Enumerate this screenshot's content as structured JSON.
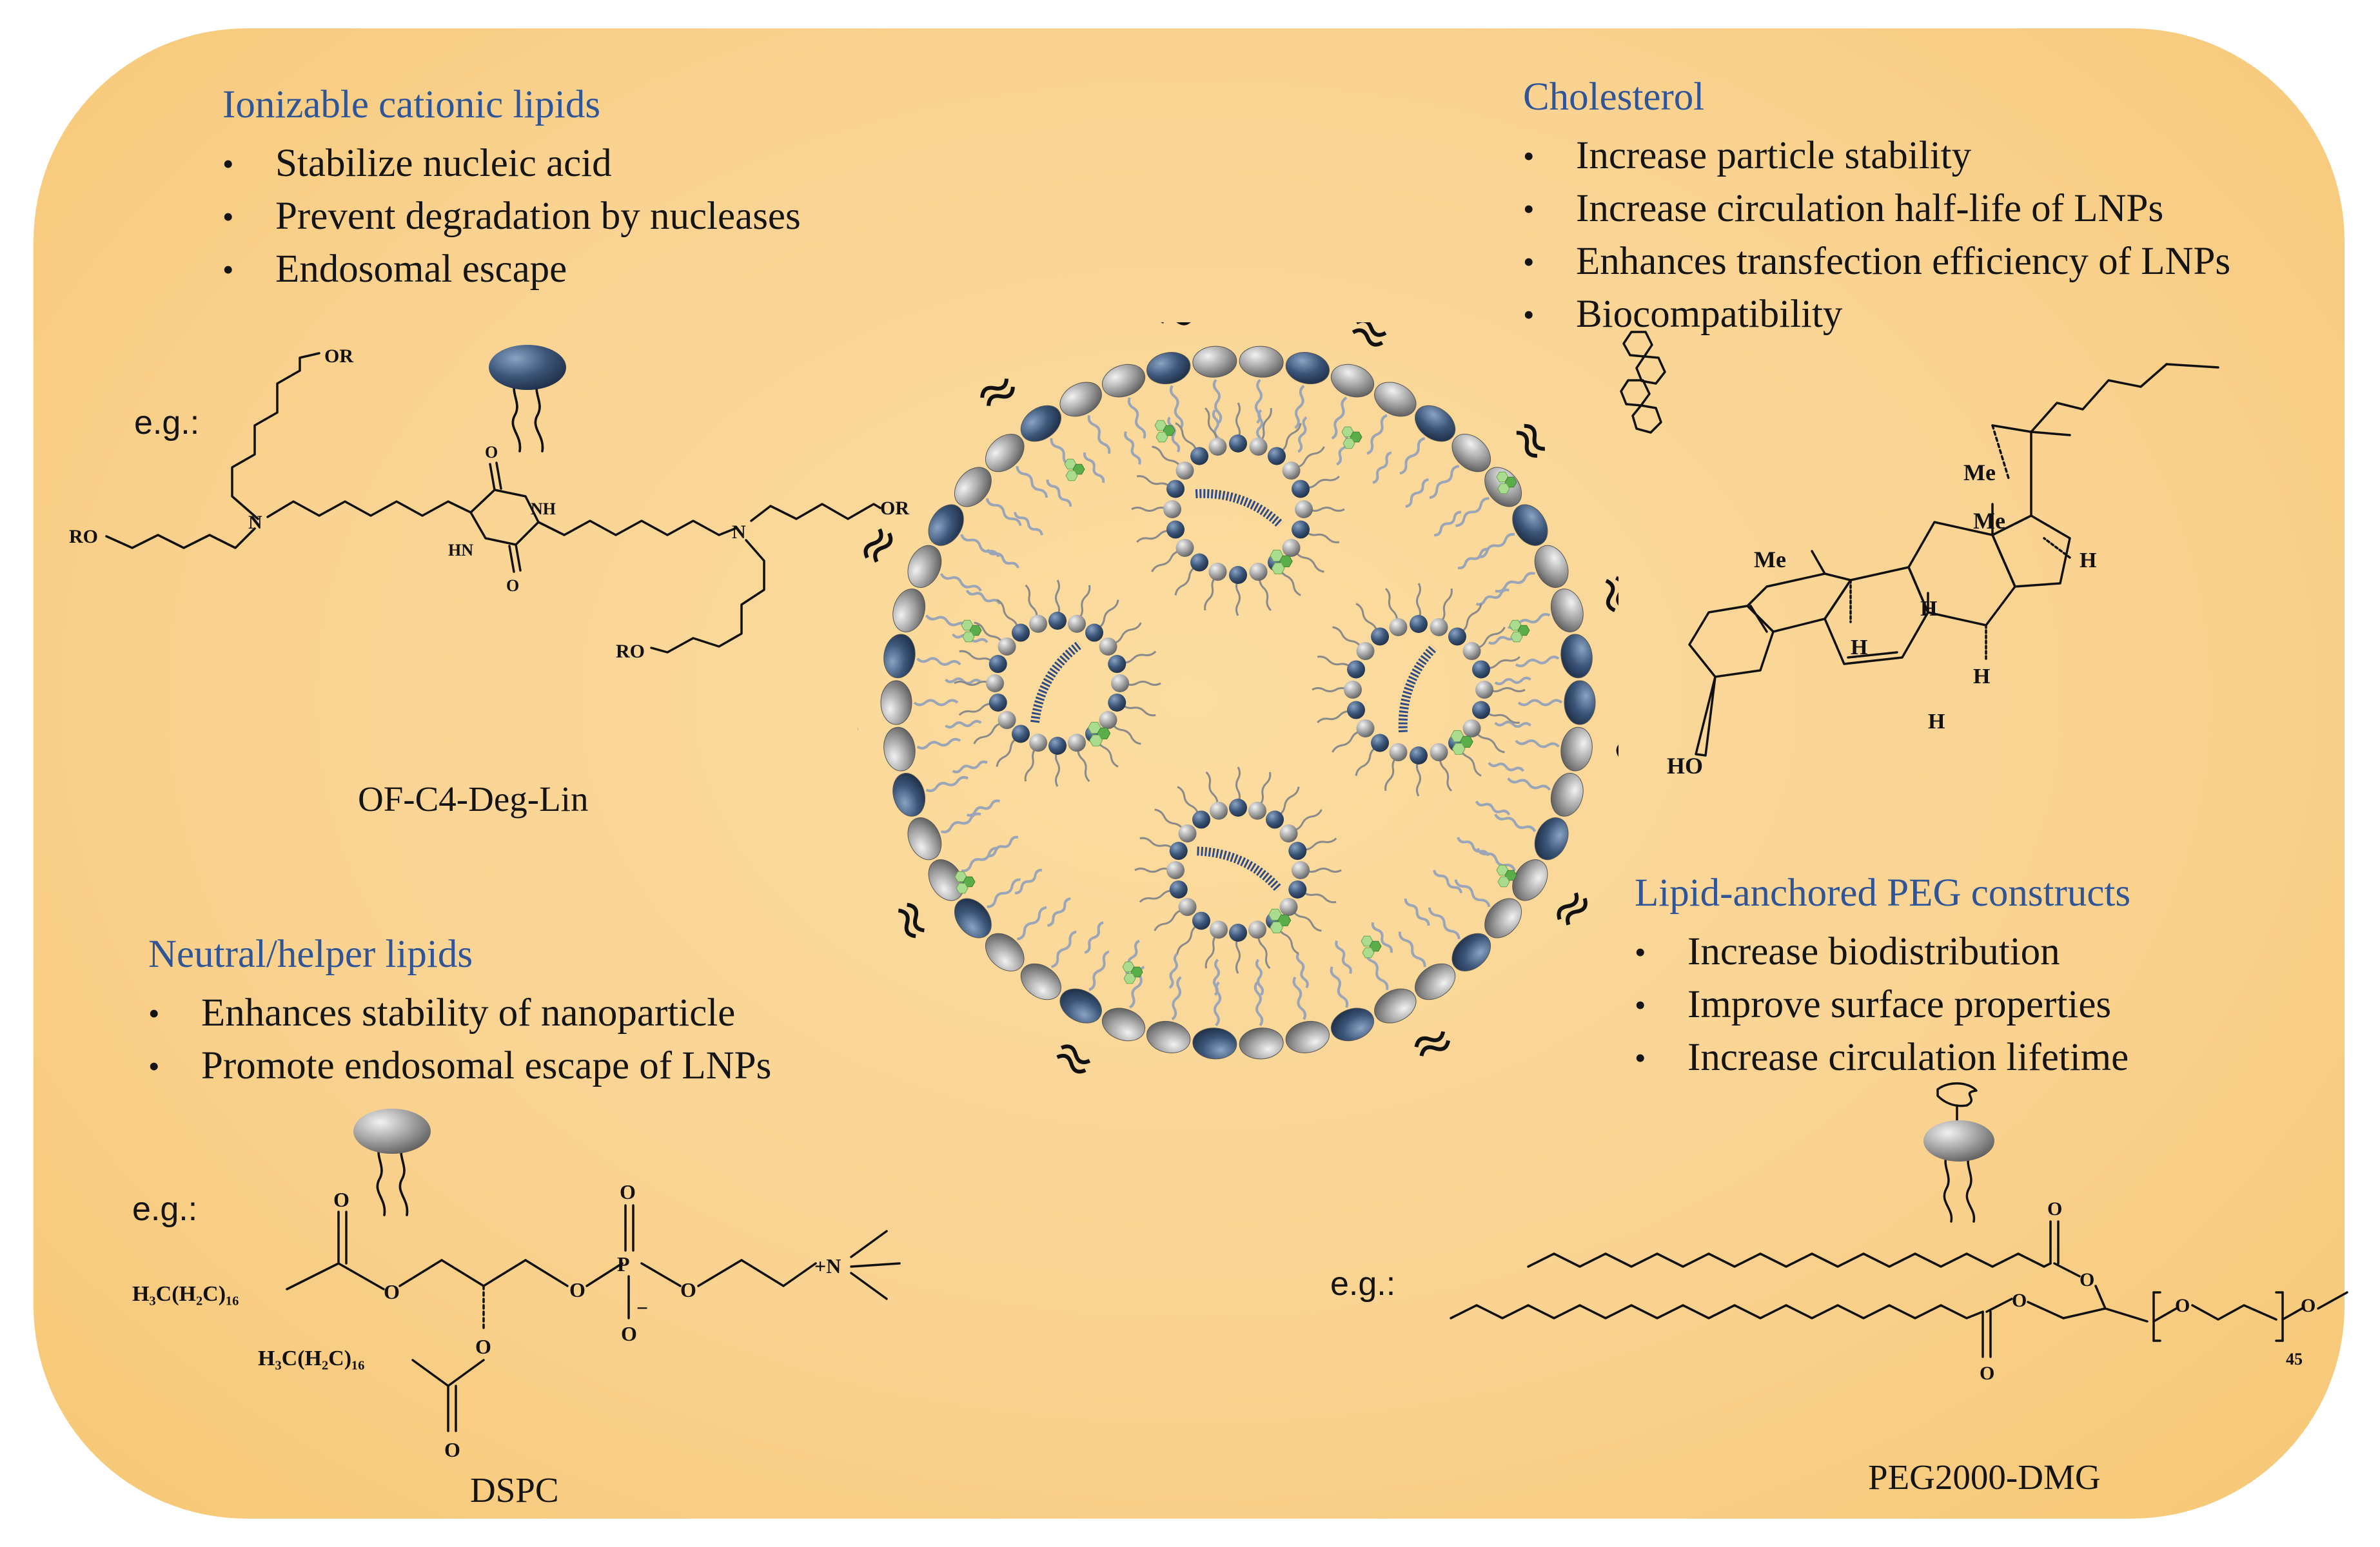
{
  "ionizable": {
    "title": "Ionizable cationic lipids",
    "bullets": [
      "Stabilize nucleic acid",
      "Prevent degradation by nucleases",
      "Endosomal escape"
    ],
    "example_label": "e.g.:",
    "compound_name": "OF-C4-Deg-Lin",
    "atoms": {
      "or_top": "OR",
      "or_right": "OR",
      "or_bottom": "RO",
      "ro_left": "RO",
      "n_left": "N",
      "n_right": "N",
      "nh": "NH",
      "hn": "HN",
      "o_top": "O",
      "o_bottom": "O"
    }
  },
  "cholesterol": {
    "title": "Cholesterol",
    "bullets": [
      "Increase particle stability",
      "Increase circulation half-life of LNPs",
      "Enhances transfection efficiency of LNPs",
      "Biocompatibility"
    ],
    "atoms": {
      "me1": "Me",
      "me2": "Me",
      "me3": "Me",
      "h1": "H",
      "h2": "H",
      "h3": "H",
      "h4": "H",
      "h5": "H",
      "ho": "HO"
    }
  },
  "helper": {
    "title": "Neutral/helper lipids",
    "bullets": [
      "Enhances stability of nanoparticle",
      "Promote endosomal escape of LNPs"
    ],
    "example_label": "e.g.:",
    "compound_name": "DSPC",
    "atoms": {
      "chain1": "H₃C(H₂C)₁₆",
      "chain2": "H₃C(H₂C)₁₆",
      "o1": "O",
      "o2": "O",
      "o3": "O",
      "o4": "O",
      "o5": "O",
      "o6": "O",
      "o7": "O",
      "o8": "O",
      "p": "P",
      "n": "+N",
      "minus": "−"
    }
  },
  "peg": {
    "title": "Lipid-anchored PEG constructs",
    "bullets": [
      "Increase biodistribution",
      "Improve surface properties",
      "Increase circulation lifetime"
    ],
    "example_label": "e.g.:",
    "compound_name": "PEG2000-DMG",
    "atoms": {
      "o1": "O",
      "o2": "O",
      "o3": "O",
      "o4": "O",
      "o5": "O",
      "o6": "O",
      "n45": "45"
    }
  },
  "colors": {
    "background": "#fad392",
    "title_blue": "#2f5597",
    "head_dark": "#3b5578",
    "head_grey": "#9a9a9a",
    "rna_blue": "#2e4a86",
    "cholesterol_green": "#5aae4a"
  },
  "icons": [
    "lipid-head-icon",
    "cholesterol-icon",
    "peg-lipid-icon",
    "lnp-cross-section"
  ]
}
